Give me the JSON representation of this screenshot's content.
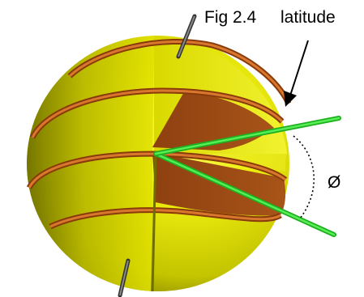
{
  "figure": {
    "caption": "Fig 2.4",
    "latitude_label": "latitude",
    "angle_label": "Ø"
  },
  "colors": {
    "sphere_light": "#f4f41e",
    "sphere_mid": "#d8d800",
    "sphere_dark": "#6e6e00",
    "band_orange": "#c8641e",
    "band_dark": "#8a3a0a",
    "plane_brown": "#9a4a14",
    "axis_rod": "#555555",
    "ray_green": "#33dd33"
  }
}
